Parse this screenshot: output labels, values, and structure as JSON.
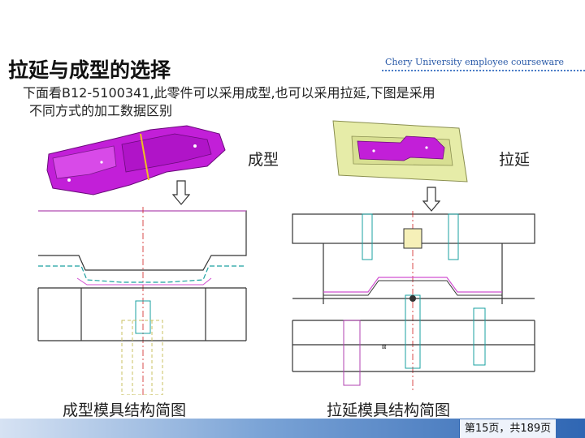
{
  "header": {
    "title": "拉延与成型的选择",
    "subtitle": "Chery University employee courseware"
  },
  "intro": {
    "line1": "下面看B12-5100341,此零件可以采用成型,也可以采用拉延,下图是采用",
    "line2": "不同方式的加工数据区别"
  },
  "left": {
    "label": "成型",
    "caption": "成型模具结构简图"
  },
  "right": {
    "label": "拉延",
    "caption": "拉延模具结构简图"
  },
  "footer": {
    "page": "第15页，共189页"
  },
  "colors": {
    "part_magenta": "#c21fd8",
    "blank_yellow": "#e6eca8",
    "rule_blue": "#4a7cc7",
    "footer_blue": "#2f66b3"
  }
}
